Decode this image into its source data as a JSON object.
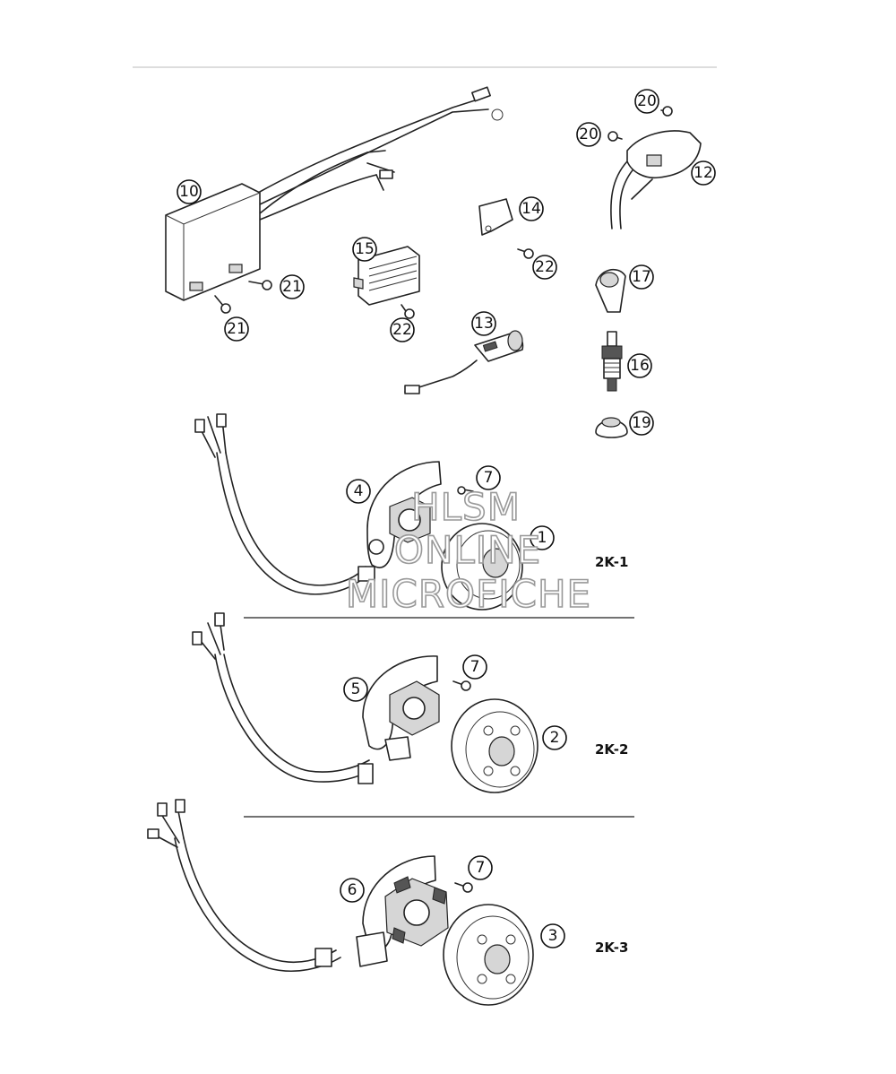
{
  "diagram": {
    "callouts": {
      "c1": "1",
      "c2": "2",
      "c3": "3",
      "c4": "4",
      "c5": "5",
      "c6": "6",
      "c7a": "7",
      "c7b": "7",
      "c7c": "7",
      "c10": "10",
      "c12": "12",
      "c13": "13",
      "c14": "14",
      "c15": "15",
      "c16": "16",
      "c17": "17",
      "c19": "19",
      "c20a": "20",
      "c20b": "20",
      "c21a": "21",
      "c21b": "21",
      "c22a": "22",
      "c22b": "22"
    },
    "variants": {
      "v1": "2K-1",
      "v2": "2K-2",
      "v3": "2K-3"
    },
    "watermark": {
      "line1": "HLSM",
      "line2": "ONLINE",
      "line3": "MICROFICHE"
    }
  }
}
